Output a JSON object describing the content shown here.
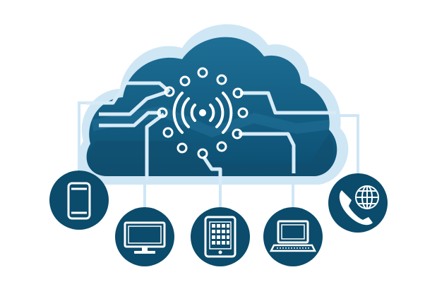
{
  "colors": {
    "background": "#ffffff",
    "cloud_outline": "#cfe6f5",
    "cloud_fill_top": "#1e6f96",
    "cloud_fill_bottom": "#0b4f72",
    "cloud_shadow": "#134c6c",
    "circuit_line": "#d7ebf7",
    "node_fill": "#ffffff",
    "node_stroke": "#d7ebf7",
    "device_circle": "#0b4b6b",
    "device_glyph": "#ffffff",
    "connector": "#cfe6f5"
  },
  "center": {
    "icon": "wireless-signal-icon"
  },
  "devices": [
    {
      "name": "smartphone",
      "icon": "smartphone-icon"
    },
    {
      "name": "monitor",
      "icon": "monitor-icon"
    },
    {
      "name": "tablet",
      "icon": "tablet-icon"
    },
    {
      "name": "laptop",
      "icon": "laptop-icon"
    },
    {
      "name": "phone-globe",
      "icon": "phone-globe-icon"
    }
  ]
}
